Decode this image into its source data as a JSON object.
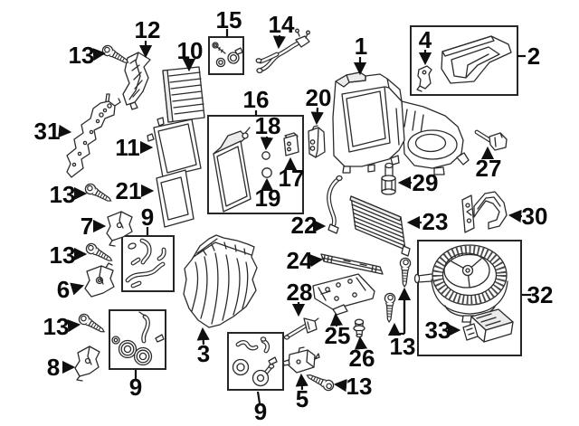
{
  "diagram": {
    "description": "Exploded parts diagram with numbered callouts 1-33",
    "background_color": "#ffffff",
    "line_color": "#2b2b2b",
    "label_color": "#0a0a0a"
  },
  "callouts": [
    {
      "label": "13",
      "pointer": "arrow-right"
    },
    {
      "label": "12",
      "pointer": "arrow-down"
    },
    {
      "label": "10",
      "pointer": "arrow-down"
    },
    {
      "label": "15",
      "pointer": "line-down"
    },
    {
      "label": "14",
      "pointer": "arrow-down"
    },
    {
      "label": "1",
      "pointer": "arrow-down"
    },
    {
      "label": "4",
      "pointer": "arrow-down"
    },
    {
      "label": "2",
      "pointer": "line-left"
    },
    {
      "label": "31",
      "pointer": "arrow-right"
    },
    {
      "label": "11",
      "pointer": "arrow-right"
    },
    {
      "label": "16",
      "pointer": "line-down"
    },
    {
      "label": "18",
      "pointer": "arrow-down"
    },
    {
      "label": "20",
      "pointer": "arrow-down"
    },
    {
      "label": "17",
      "pointer": "arrow-up"
    },
    {
      "label": "19",
      "pointer": "arrow-up"
    },
    {
      "label": "27",
      "pointer": "arrow-up"
    },
    {
      "label": "29",
      "pointer": "arrow-left"
    },
    {
      "label": "13",
      "pointer": "arrow-right"
    },
    {
      "label": "21",
      "pointer": "arrow-right"
    },
    {
      "label": "7",
      "pointer": "arrow-right"
    },
    {
      "label": "9",
      "pointer": "line-down"
    },
    {
      "label": "22",
      "pointer": "arrow-right"
    },
    {
      "label": "23",
      "pointer": "arrow-left"
    },
    {
      "label": "30",
      "pointer": "arrow-left"
    },
    {
      "label": "13",
      "pointer": "arrow-right"
    },
    {
      "label": "6",
      "pointer": "arrow-right"
    },
    {
      "label": "24",
      "pointer": "arrow-right"
    },
    {
      "label": "28",
      "pointer": "arrow-down"
    },
    {
      "label": "32",
      "pointer": "line-left"
    },
    {
      "label": "13",
      "pointer": "arrow-right"
    },
    {
      "label": "25",
      "pointer": "arrow-up"
    },
    {
      "label": "3",
      "pointer": "arrow-up"
    },
    {
      "label": "26",
      "pointer": "arrow-up"
    },
    {
      "label": "13",
      "pointer": "arrow-up-pair"
    },
    {
      "label": "33",
      "pointer": "arrow-right"
    },
    {
      "label": "8",
      "pointer": "arrow-right"
    },
    {
      "label": "9",
      "pointer": "line-up"
    },
    {
      "label": "9",
      "pointer": "line-up"
    },
    {
      "label": "5",
      "pointer": "arrow-up"
    },
    {
      "label": "13",
      "pointer": "arrow-left"
    }
  ]
}
